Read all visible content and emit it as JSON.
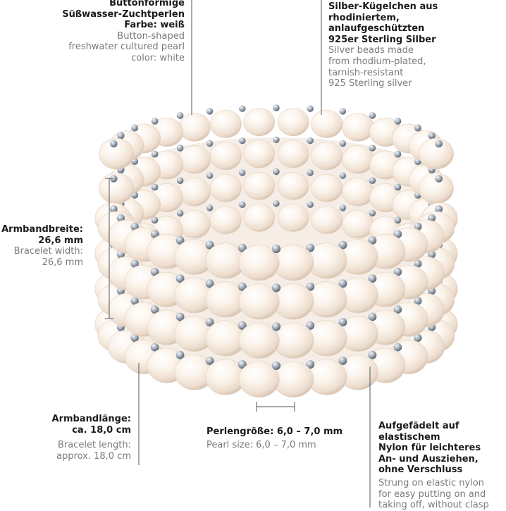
{
  "labels": {
    "pearl_type": {
      "de": [
        "Buttonförmige",
        "Süßwasser-Zuchtperlen",
        "Farbe: weiß"
      ],
      "en": [
        "Button-shaped",
        "freshwater cultured pearl",
        "color: white"
      ]
    },
    "silver_beads": {
      "de": [
        "Silber-Kügelchen aus",
        "rhodiniertem,",
        "anlaufgeschützten",
        "925er Sterling Silber"
      ],
      "en": [
        "Silver beads made",
        "from rhodium-plated,",
        "tarnish-resistant",
        "925 Sterling silver"
      ]
    },
    "bracelet_width": {
      "de": [
        "Armbandbreite:",
        "26,6 mm"
      ],
      "en": [
        "Bracelet width:",
        "26,6 mm"
      ]
    },
    "bracelet_length": {
      "de": [
        "Armbandlänge:",
        "ca. 18,0 cm"
      ],
      "en": [
        "Bracelet length:",
        "approx. 18,0 cm"
      ]
    },
    "pearl_size": {
      "de": [
        "Perlengröße: 6,0 – 7,0 mm"
      ],
      "en": [
        "Pearl size: 6,0 – 7,0 mm"
      ]
    },
    "stringing": {
      "de": [
        "Aufgefädelt auf",
        "elastischem",
        "Nylon für leichteres",
        "An- und Ausziehen,",
        "ohne Verschluss"
      ],
      "en": [
        "Strung on elastic nylon",
        "for easy putting on and",
        "taking off, without clasp"
      ]
    }
  },
  "colors": {
    "line": "#555555",
    "pearl_light": "#fffaf4",
    "pearl_mid": "#f3e6da",
    "pearl_shadow": "#dcc9b9",
    "bead_light": "#e6ebf1",
    "bead_dark": "#6a7684"
  }
}
